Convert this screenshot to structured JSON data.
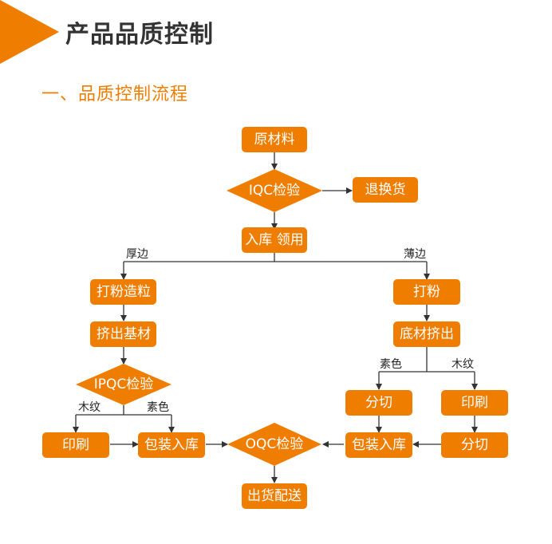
{
  "header": {
    "title": "产品品质控制",
    "subtitle": "一、品质控制流程"
  },
  "colors": {
    "accent": "#ef7d00",
    "line": "#333333"
  },
  "nodes": {
    "raw_material": "原材料",
    "iqc": "IQC检验",
    "return_goods": "退换货",
    "storage_pickup": "入库 领用",
    "granulate": "打粉造粒",
    "extrude_base": "挤出基材",
    "ipqc": "IPQC检验",
    "print_left": "印刷",
    "pack_left": "包装入库",
    "oqc": "OQC检验",
    "ship": "出货配送",
    "powder": "打粉",
    "bottom_extrude": "底材挤出",
    "cut_left": "分切",
    "print_right": "印刷",
    "pack_right": "包装入库",
    "cut_right": "分切"
  },
  "branch_labels": {
    "thick_edge": "厚边",
    "thin_edge": "薄边",
    "wood_grain_left": "木纹",
    "plain_color_left": "素色",
    "plain_color_right": "素色",
    "wood_grain_right": "木纹"
  }
}
